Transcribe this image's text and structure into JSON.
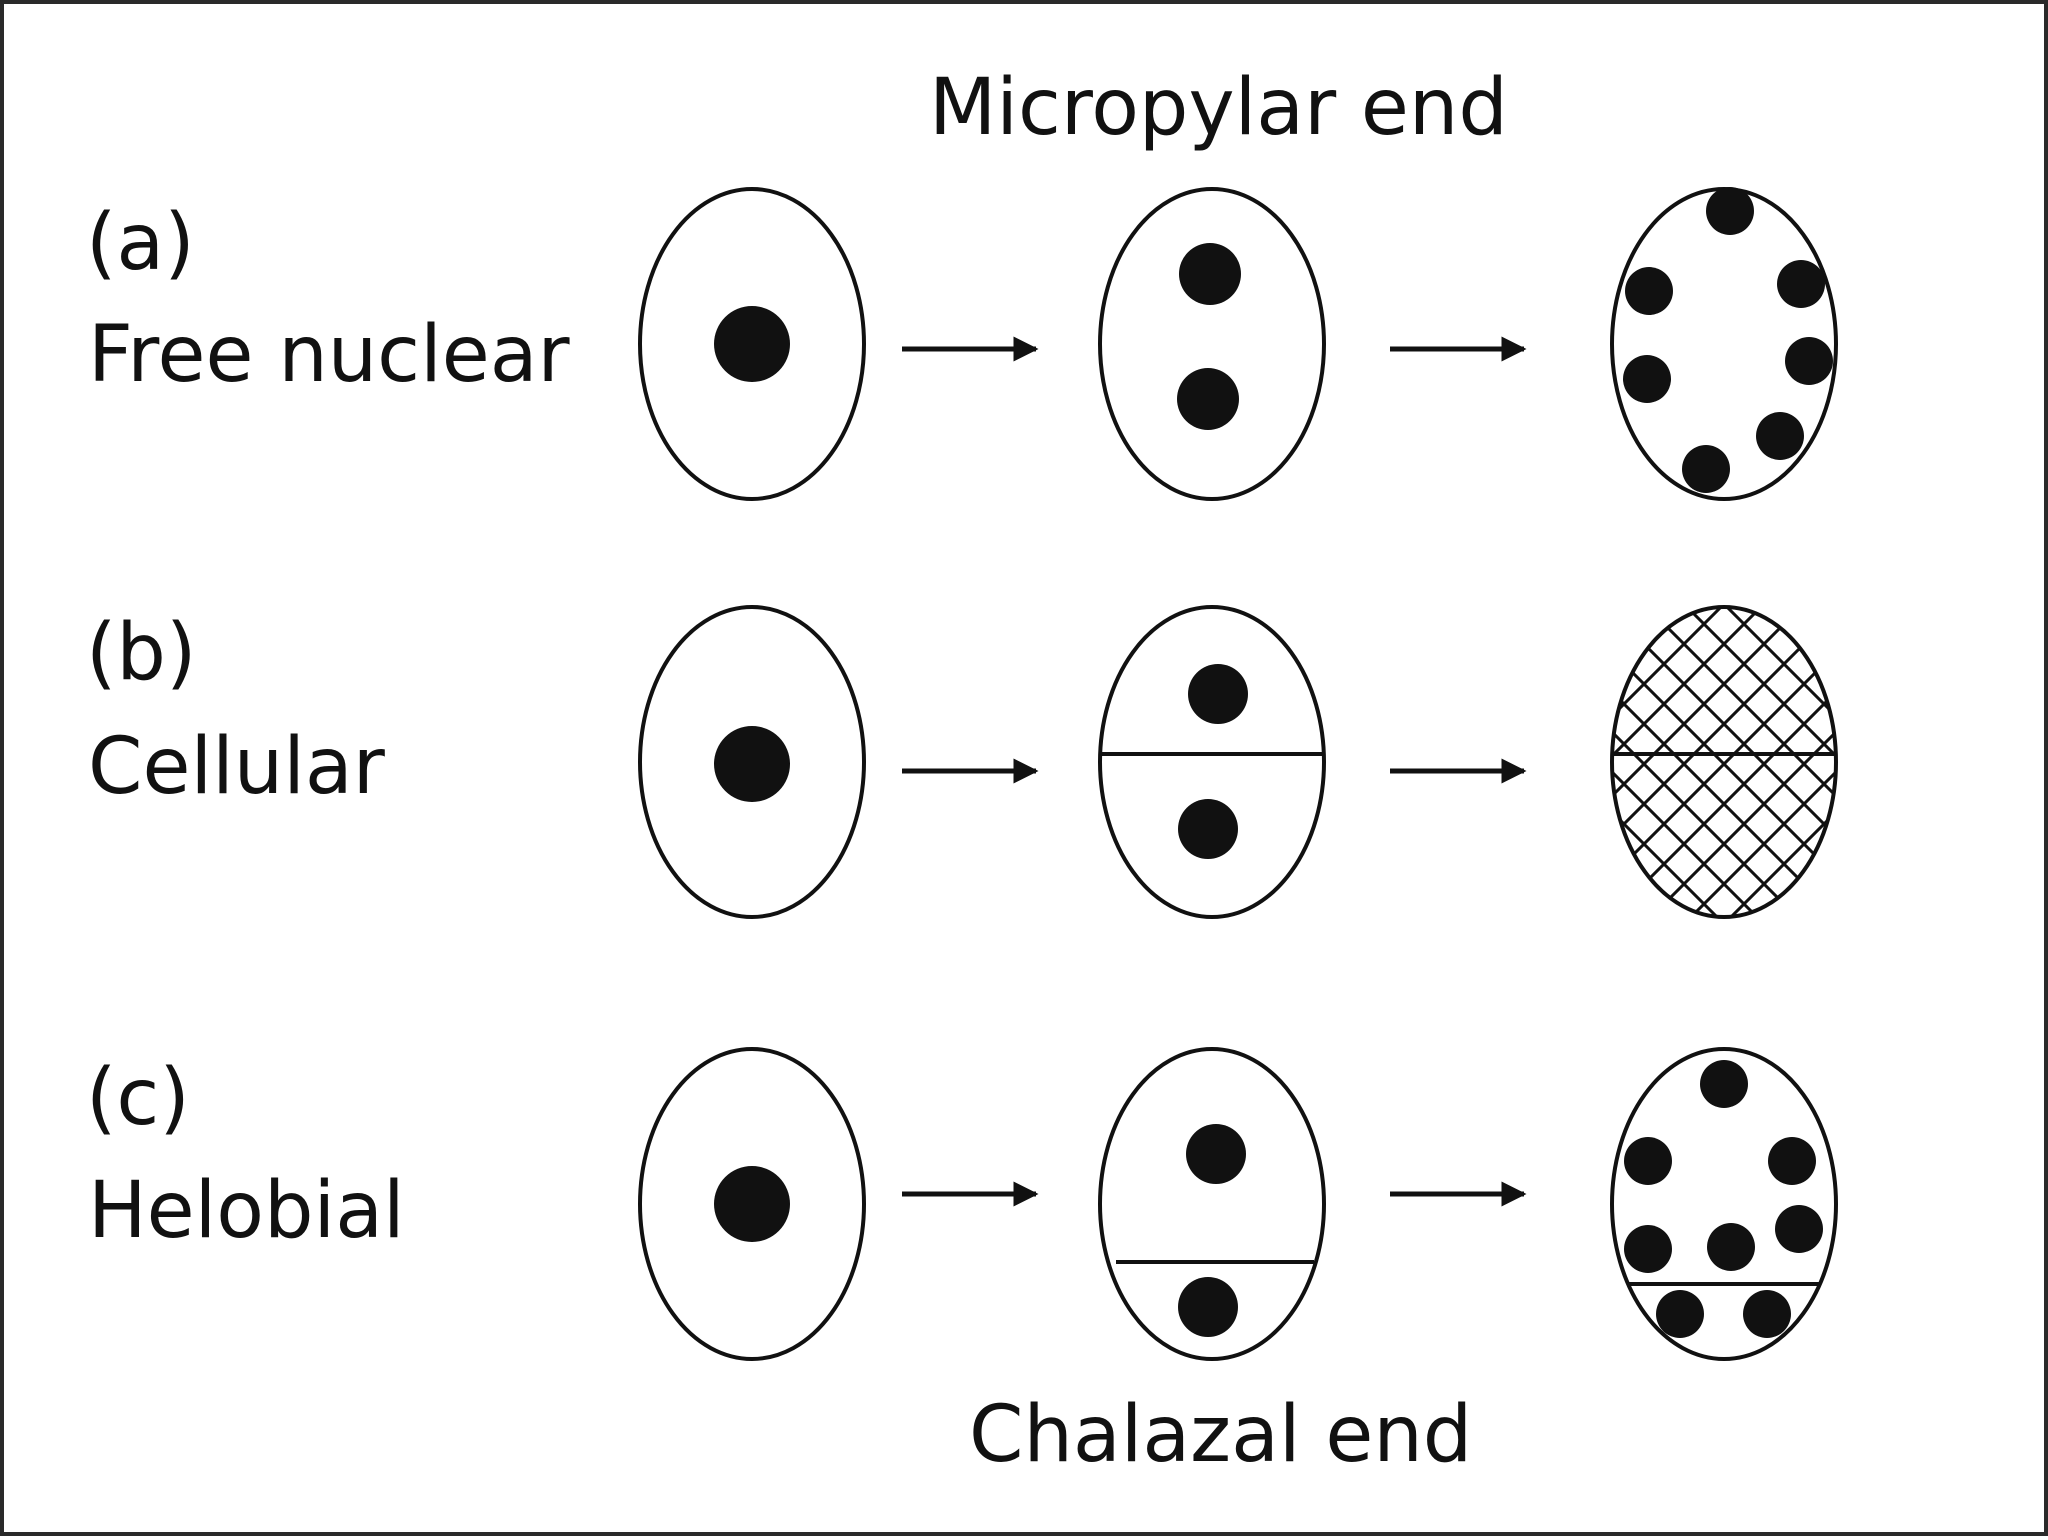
{
  "diagram": {
    "top_label": "Micropylar end",
    "bottom_label": "Chalazal end",
    "rows": [
      {
        "letter": "(a)",
        "name": "Free nuclear"
      },
      {
        "letter": "(b)",
        "name": "Cellular"
      },
      {
        "letter": "(c)",
        "name": "Helobial"
      }
    ]
  },
  "colors": {
    "ink": "#111111",
    "border": "#2a2a2a",
    "background": "#ffffff"
  }
}
